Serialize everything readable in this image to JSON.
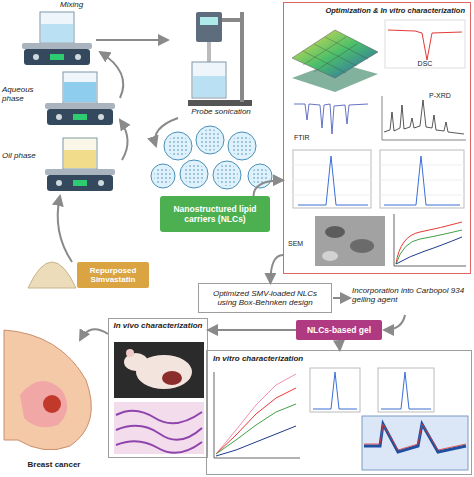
{
  "diagram": {
    "nodes": [
      {
        "text": [
          "Repurposed Simvastatin"
        ]
      },
      {
        "text": [
          "Nanostructured lipid carriers (NLCs)"
        ]
      },
      {
        "text": [
          "Optimization & In vitro characterization"
        ]
      },
      {
        "text": [
          "Optimized SMV-loaded NLCs using Box-Behnken design"
        ]
      },
      {
        "text": [
          "NLCs-based gel"
        ]
      },
      {
        "text": [
          "In vivo characterization"
        ]
      },
      {
        "text": [
          "In vitro characterization"
        ]
      }
    ],
    "edges": [
      {
        "from": 1,
        "to": 2,
        "arrow": "to"
      },
      {
        "from": 2,
        "to": 3,
        "arrow": "to"
      },
      {
        "from": 4,
        "to": 5,
        "arrow": "to"
      },
      {
        "from": 4,
        "to": 6,
        "arrow": "to"
      }
    ],
    "labels": [
      "Mixing",
      "Aqueous phase",
      "Oil phase",
      "Probe sonication",
      "DSC",
      "FTIR",
      "P-XRD",
      "SEM",
      "Incorporation into Carbopol 934 gelling agent",
      "Breast cancer"
    ]
  }
}
